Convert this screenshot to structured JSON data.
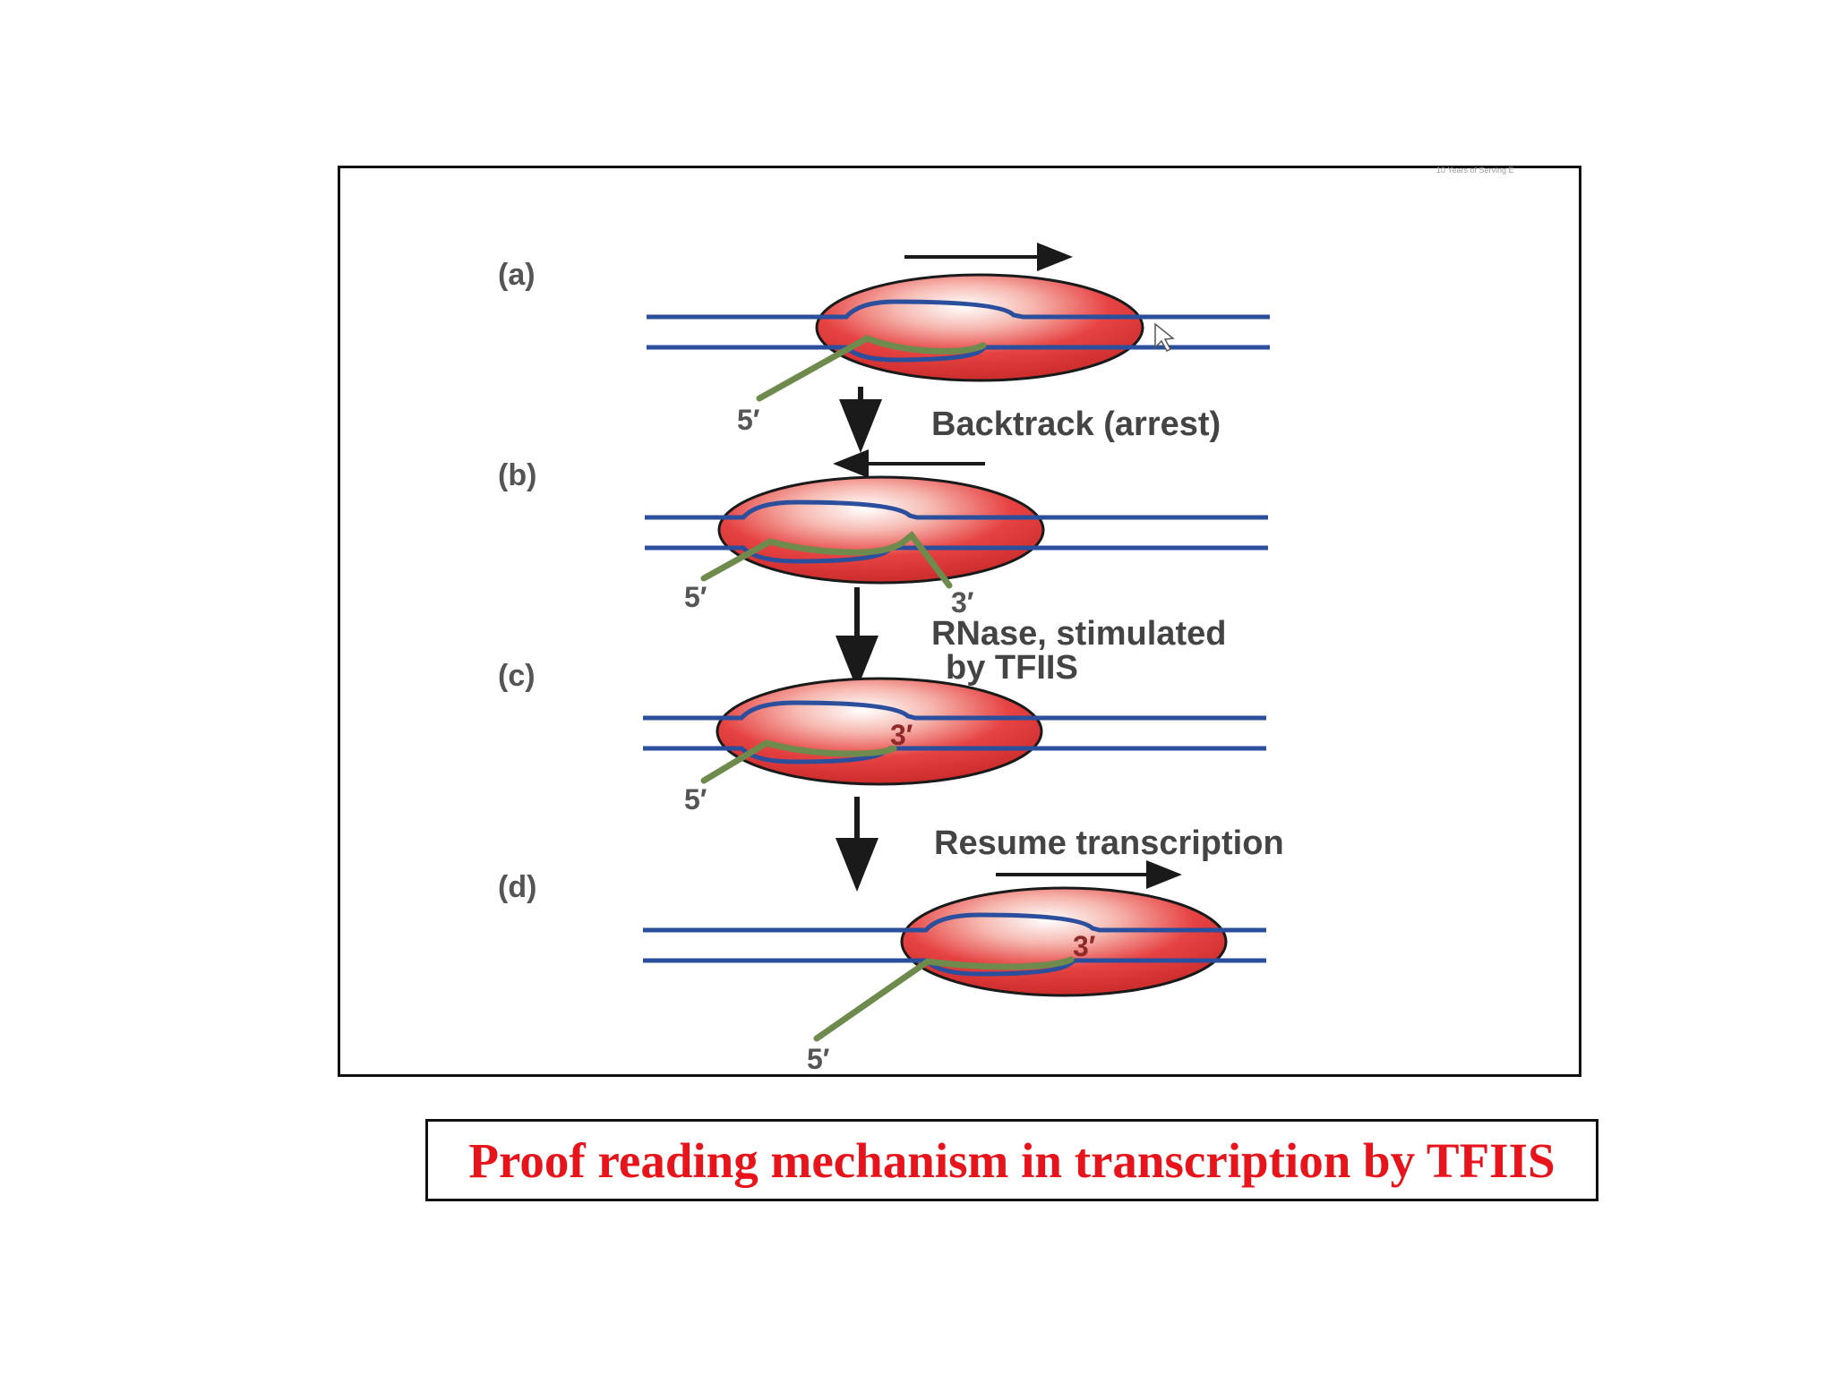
{
  "diagram": {
    "watermark": "10 Years of Serving E",
    "panels": [
      {
        "label": "(a)",
        "five_prime": "5′",
        "three_prime": ""
      },
      {
        "label": "(b)",
        "five_prime": "5′",
        "three_prime": "3′"
      },
      {
        "label": "(c)",
        "five_prime": "5′",
        "three_prime": "3′"
      },
      {
        "label": "(d)",
        "five_prime": "5′",
        "three_prime": "3′"
      }
    ],
    "steps": {
      "backtrack": "Backtrack (arrest)",
      "rnase_line1": "RNase, stimulated",
      "rnase_line2": "by TFIIS",
      "resume": "Resume transcription"
    },
    "colors": {
      "polymerase": "#e03a3a",
      "dna": "#2b4f9c",
      "rna": "#6e8b4d",
      "arrow": "#1a1a1a"
    }
  },
  "caption": {
    "text": "Proof reading mechanism in transcription by TFIIS",
    "color": "#e8141c"
  }
}
